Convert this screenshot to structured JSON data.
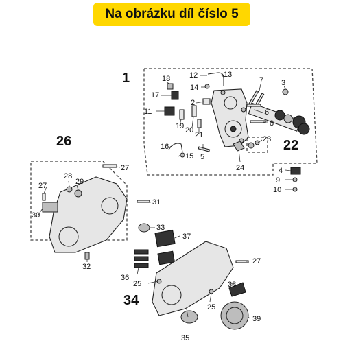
{
  "banner": {
    "text": "Na obrázku díl číslo 5",
    "color": "#ffd700"
  },
  "groups": {
    "g1": "1",
    "g22": "22",
    "g26": "26",
    "g34": "34"
  },
  "callouts": {
    "c2": "2",
    "c3": "3",
    "c4": "4",
    "c5": "5",
    "c6": "6",
    "c7": "7",
    "c8": "8",
    "c9": "9",
    "c10": "10",
    "c11": "11",
    "c12": "12",
    "c13": "13",
    "c14": "14",
    "c15": "15",
    "c16": "16",
    "c17": "17",
    "c18": "18",
    "c19": "19",
    "c20": "20",
    "c21": "21",
    "c23": "23",
    "c24": "24",
    "c25a": "25",
    "c25b": "25",
    "c27a": "27",
    "c27b": "27",
    "c27c": "27",
    "c28": "28",
    "c29": "29",
    "c30": "30",
    "c31": "31",
    "c32": "32",
    "c33": "33",
    "c35": "35",
    "c36": "36",
    "c37": "37",
    "c38": "38",
    "c39": "39"
  }
}
